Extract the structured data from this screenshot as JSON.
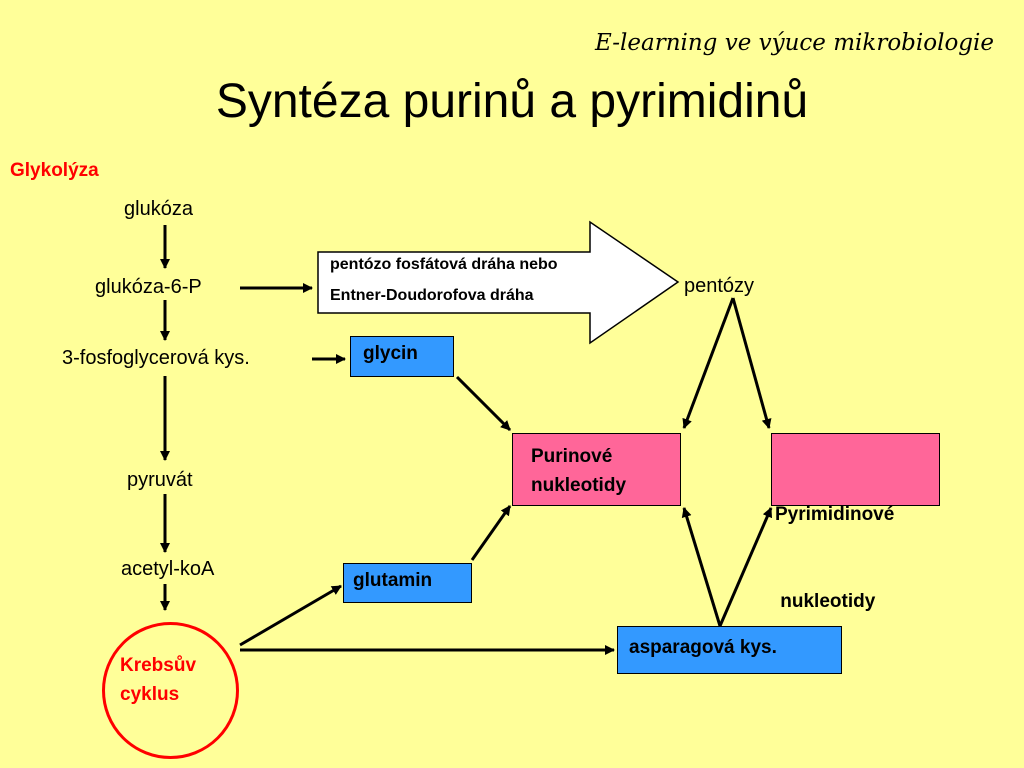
{
  "header": {
    "tagline": "E-learning ve výuce mikrobiologie",
    "title": "Syntéza purinů a pyrimidinů"
  },
  "diagram": {
    "section_label": "Glykolýza",
    "nodes": {
      "glukoza": "glukóza",
      "glukoza6p": "glukóza-6-P",
      "fosfoglycerova": "3-fosfoglycerová kys.",
      "pyruvat": "pyruvát",
      "acetylkoa": "acetyl-koA",
      "pentozy": "pentózy"
    },
    "pathway_arrow": {
      "line1": "pentózo fosfátová dráha nebo",
      "line2": "Entner-Doudorofova dráha"
    },
    "boxes": {
      "glycin": "glycin",
      "glutamin": "glutamin",
      "asparagova": "asparagová kys.",
      "purinove_line1": "Purinové",
      "purinove_line2": "nukleotidy",
      "pyrimidinove_line1": "Pyrimidinové",
      "pyrimidinove_line2": " nukleotidy"
    },
    "krebs": {
      "line1": "Krebsův",
      "line2": "cyklus"
    },
    "colors": {
      "background": "#FFFF99",
      "blue_box": "#3399FF",
      "pink_box": "#FF6699",
      "red_accent": "#FF0000"
    }
  }
}
